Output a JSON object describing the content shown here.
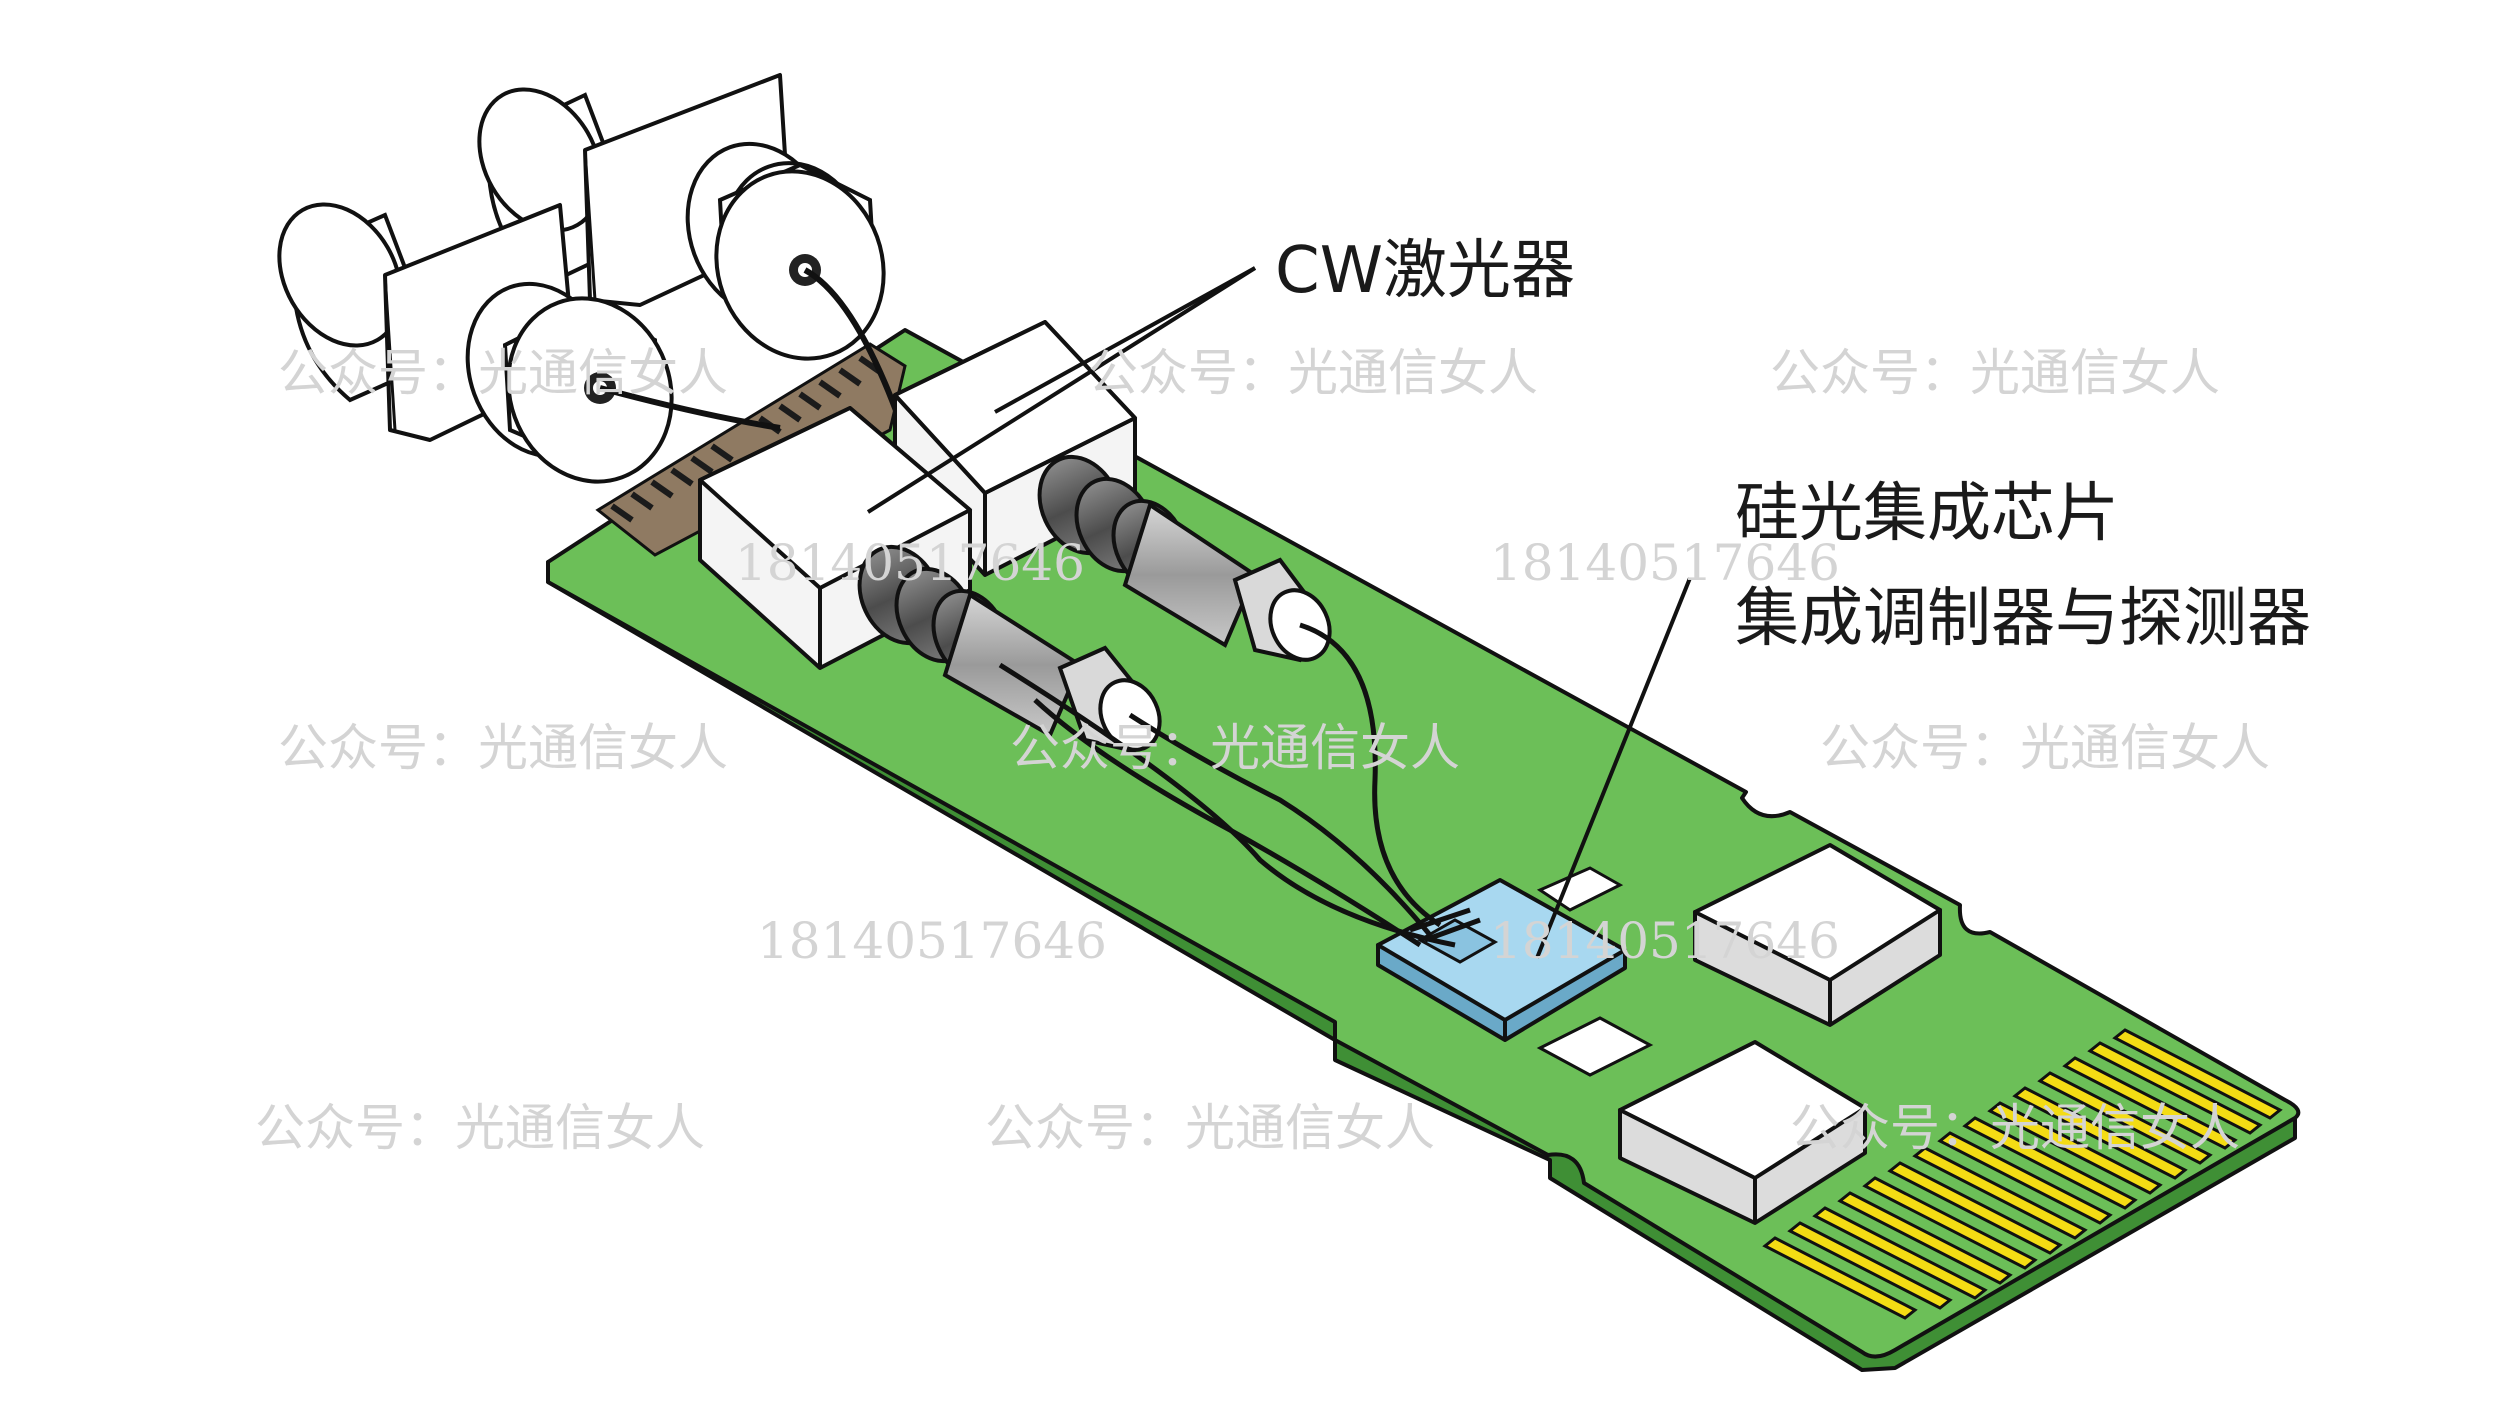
{
  "labels": {
    "laser": "CW激光器",
    "chip_line1": "硅光集成芯片",
    "chip_line2": "集成调制器与探测器"
  },
  "watermarks": {
    "account": "公众号：光通信女人",
    "phone": "18140517646"
  },
  "colors": {
    "pcb": "#6cbf58",
    "chip": "#a8d8f0",
    "gold": "#f4dc14",
    "connector": "#8f7a62",
    "ferrule": "#b9b9b9",
    "outline": "#111111"
  }
}
